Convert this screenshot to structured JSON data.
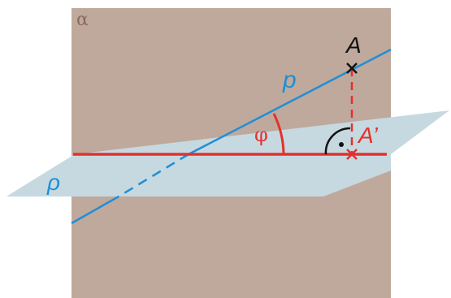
{
  "plane_vertical": {
    "label": "α",
    "color": "#bfa99c"
  },
  "plane_horizontal": {
    "label": "ρ",
    "color": "#c6d9e1"
  },
  "line_p": {
    "label": "p",
    "color": "#1f8fd6"
  },
  "intersection_line": {
    "color": "#e3312c"
  },
  "angle": {
    "label": "φ",
    "color": "#e3312c"
  },
  "point_a": {
    "label": "A",
    "color": "#111111"
  },
  "point_a_projection": {
    "label": "A’",
    "color": "#e3312c"
  },
  "right_angle_marker": {
    "color": "#111111"
  }
}
